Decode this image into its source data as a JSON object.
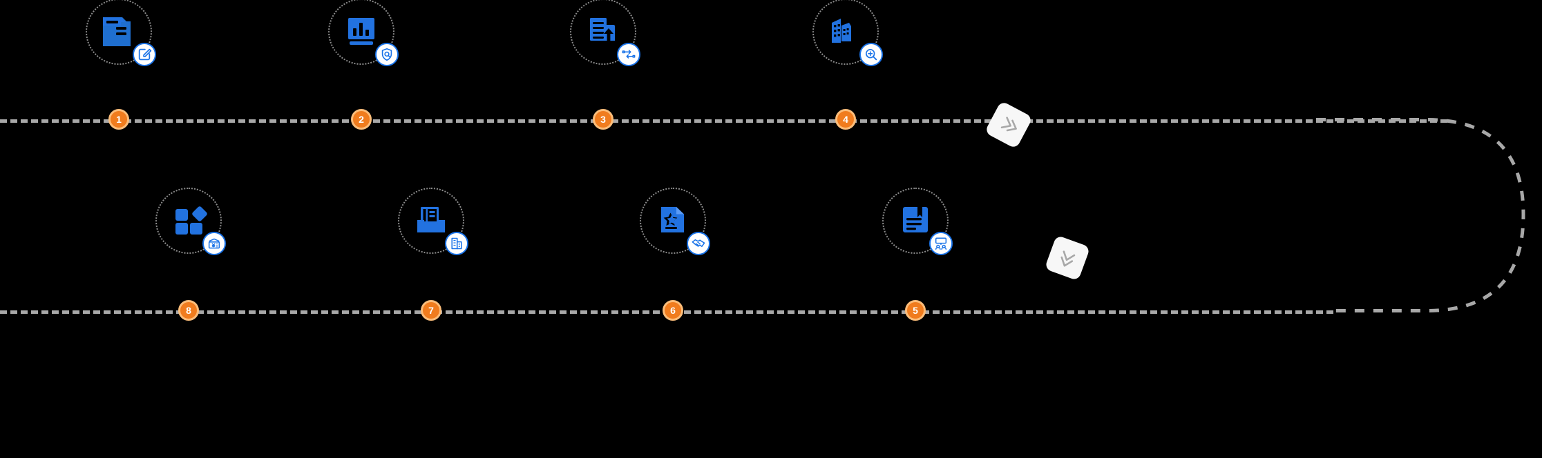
{
  "diagram": {
    "title": "Eight-step process flow timeline",
    "background_color": "#000000",
    "orientation": "serpentine",
    "rail": {
      "style": "dashed",
      "color": "#a8a8a8",
      "top_row_direction": "left-to-right",
      "bottom_row_direction": "right-to-left"
    },
    "marker_colors": {
      "step_fill": "#f07c1e",
      "step_ring": "#fbbd7a",
      "step_text": "#ffffff",
      "icon_blue": "#1a73e8",
      "icon_ring": "#8c8c8c",
      "badge_background": "#ffffff",
      "direction_marker": "#f7f7f7",
      "direction_chevron": "#a8a8a8"
    },
    "direction_markers": [
      {
        "number": "1",
        "icon": "double-chevron-right-icon",
        "label": ""
      },
      {
        "number": "2",
        "icon": "double-chevron-down-icon",
        "label": ""
      }
    ],
    "steps": [
      {
        "number": "1",
        "row": "top",
        "icon": "folder-document-icon",
        "badge_icon": "edit-pencil-square-icon",
        "label": ""
      },
      {
        "number": "2",
        "row": "top",
        "icon": "bar-chart-report-icon",
        "badge_icon": "shield-search-icon",
        "label": ""
      },
      {
        "number": "3",
        "row": "top",
        "icon": "document-upload-icon",
        "badge_icon": "exchange-arrows-icon",
        "label": ""
      },
      {
        "number": "4",
        "row": "top",
        "icon": "city-buildings-icon",
        "badge_icon": "magnifier-plus-icon",
        "label": ""
      },
      {
        "number": "5",
        "row": "bottom",
        "icon": "bookmarked-contract-icon",
        "badge_icon": "meeting-presentation-icon",
        "label": ""
      },
      {
        "number": "6",
        "row": "bottom",
        "icon": "star-certificate-icon",
        "badge_icon": "handshake-icon",
        "label": ""
      },
      {
        "number": "7",
        "row": "bottom",
        "icon": "document-tray-archive-icon",
        "badge_icon": "office-building-icon",
        "label": ""
      },
      {
        "number": "8",
        "row": "bottom",
        "icon": "modules-grid-diamond-icon",
        "badge_icon": "yen-banknote-icon",
        "label": ""
      }
    ]
  }
}
